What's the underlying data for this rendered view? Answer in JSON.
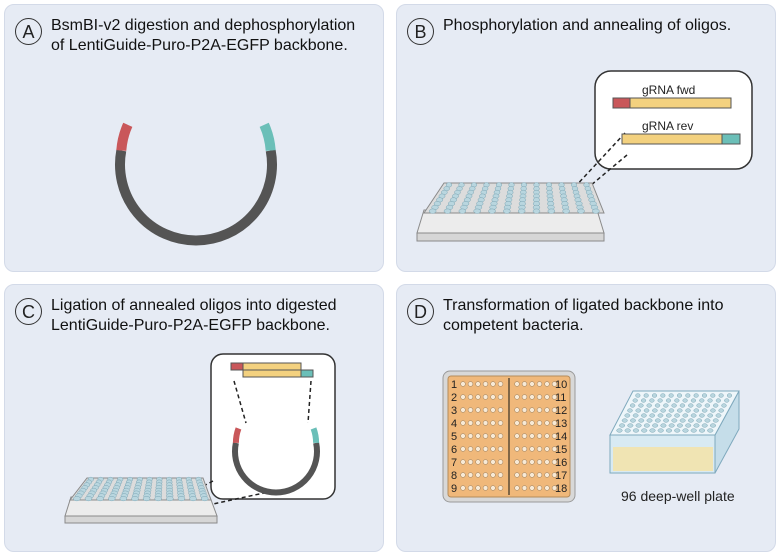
{
  "colors": {
    "panel_bg": "#e6ebf4",
    "backbone": "#545454",
    "red_overhang": "#c9575a",
    "teal_overhang": "#6bbfb8",
    "oligo": "#f3d17f",
    "plate_well": "#b9d6df",
    "tube_rack": "#f0b87a"
  },
  "panels": {
    "A": {
      "letter": "A",
      "title": "BsmBI-v2 digestion and dephosphorylation\nof LentiGuide-Puro-P2A-EGFP backbone."
    },
    "B": {
      "letter": "B",
      "title": "Phosphorylation and annealing of oligos.",
      "oligo_fwd_label": "gRNA fwd",
      "oligo_rev_label": "gRNA rev"
    },
    "C": {
      "letter": "C",
      "title": "Ligation of annealed oligos into digested\nLentiGuide-Puro-P2A-EGFP backbone."
    },
    "D": {
      "letter": "D",
      "title": "Transformation of ligated backbone into\ncompetent bacteria.",
      "rack_left_numbers": [
        "1",
        "2",
        "3",
        "4",
        "5",
        "6",
        "7",
        "8",
        "9"
      ],
      "rack_right_numbers": [
        "10",
        "11",
        "12",
        "13",
        "14",
        "15",
        "16",
        "17",
        "18"
      ],
      "plate_caption": "96 deep-well plate"
    }
  }
}
